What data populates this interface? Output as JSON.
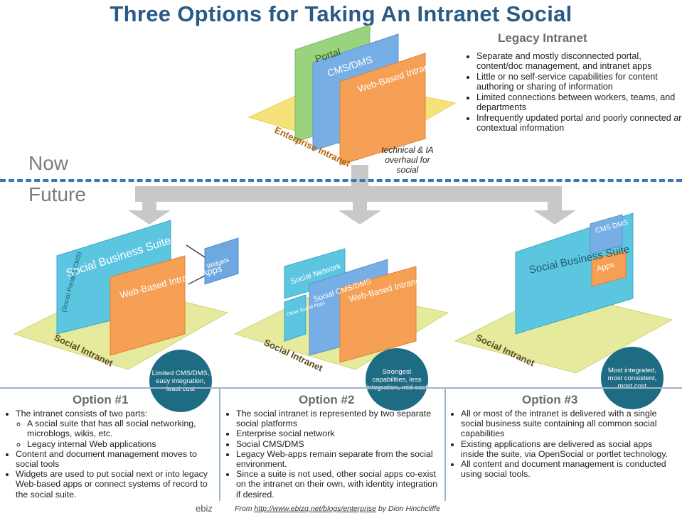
{
  "title": "Three Options for Taking An Intranet Social",
  "legacy": {
    "title": "Legacy Intranet",
    "items": [
      "Separate and mostly disconnected portal, content/doc management, and intranet apps",
      "Little or no self-service capabilities for content authoring or sharing of information",
      "Limited connections between workers, teams, and departments",
      "Infrequently updated portal and poorly connected and contextual information"
    ]
  },
  "diagram": {
    "now": "Now",
    "future": "Future",
    "tech_note": "technical & IA overhaul for social",
    "top": {
      "portal": "Portal",
      "cms": "CMS/DMS",
      "web": "Web-Based Intranet Apps",
      "platform": "Enterprise Intranet"
    },
    "opt1": {
      "suite": "Social Business Suite",
      "suite_sub": "(Social Portal & CMS)",
      "web": "Web-Based Intranet Apps",
      "widgets": "Widgets",
      "platform": "Social Intranet",
      "badge": "Limited CMS/DMS, easy integration, least cost"
    },
    "opt2": {
      "network": "Social Network",
      "cms": "Social CMS/DMS",
      "other": "Other Social Apps",
      "web": "Web-Based Intranet Apps",
      "platform": "Social Intranet",
      "badge": "Strongest capabilities, less integration, mid-cost"
    },
    "opt3": {
      "suite": "Social Business Suite",
      "cms": "CMS DMS",
      "apps": "Apps",
      "platform": "Social Intranet",
      "badge": "Most integrated, most consistent, most cost"
    }
  },
  "options": [
    {
      "title": "Option #1",
      "items": [
        "The intranet consists of two parts:",
        "A social suite that has all social networking, microblogs, wikis, etc.",
        "Legacy internal Web applications",
        "Content and document management moves to social tools",
        "Widgets are used to put social next or into legacy Web-based apps or connect systems of record to the social suite."
      ]
    },
    {
      "title": "Option #2",
      "items": [
        "The social intranet is represented by two separate social platforms",
        "Enterprise social network",
        "Social CMS/DMS",
        "Legacy Web-apps remain separate from the social environment.",
        "Since a suite is not used, other social apps co-exist on the intranet on their own, with identity integration if desired."
      ]
    },
    {
      "title": "Option #3",
      "items": [
        "All or most of the intranet is delivered with a single social business suite containing all common social capabilities",
        "Existing applications are delivered as social apps inside the suite, via OpenSocial or portlet technology.",
        "All content and document management is conducted using social tools."
      ]
    }
  ],
  "footer": {
    "logo": "ebiz",
    "from": "From",
    "url": "http://www.ebizq.net/blogs/enterprise",
    "by": "by Dion Hinchcliffe"
  }
}
